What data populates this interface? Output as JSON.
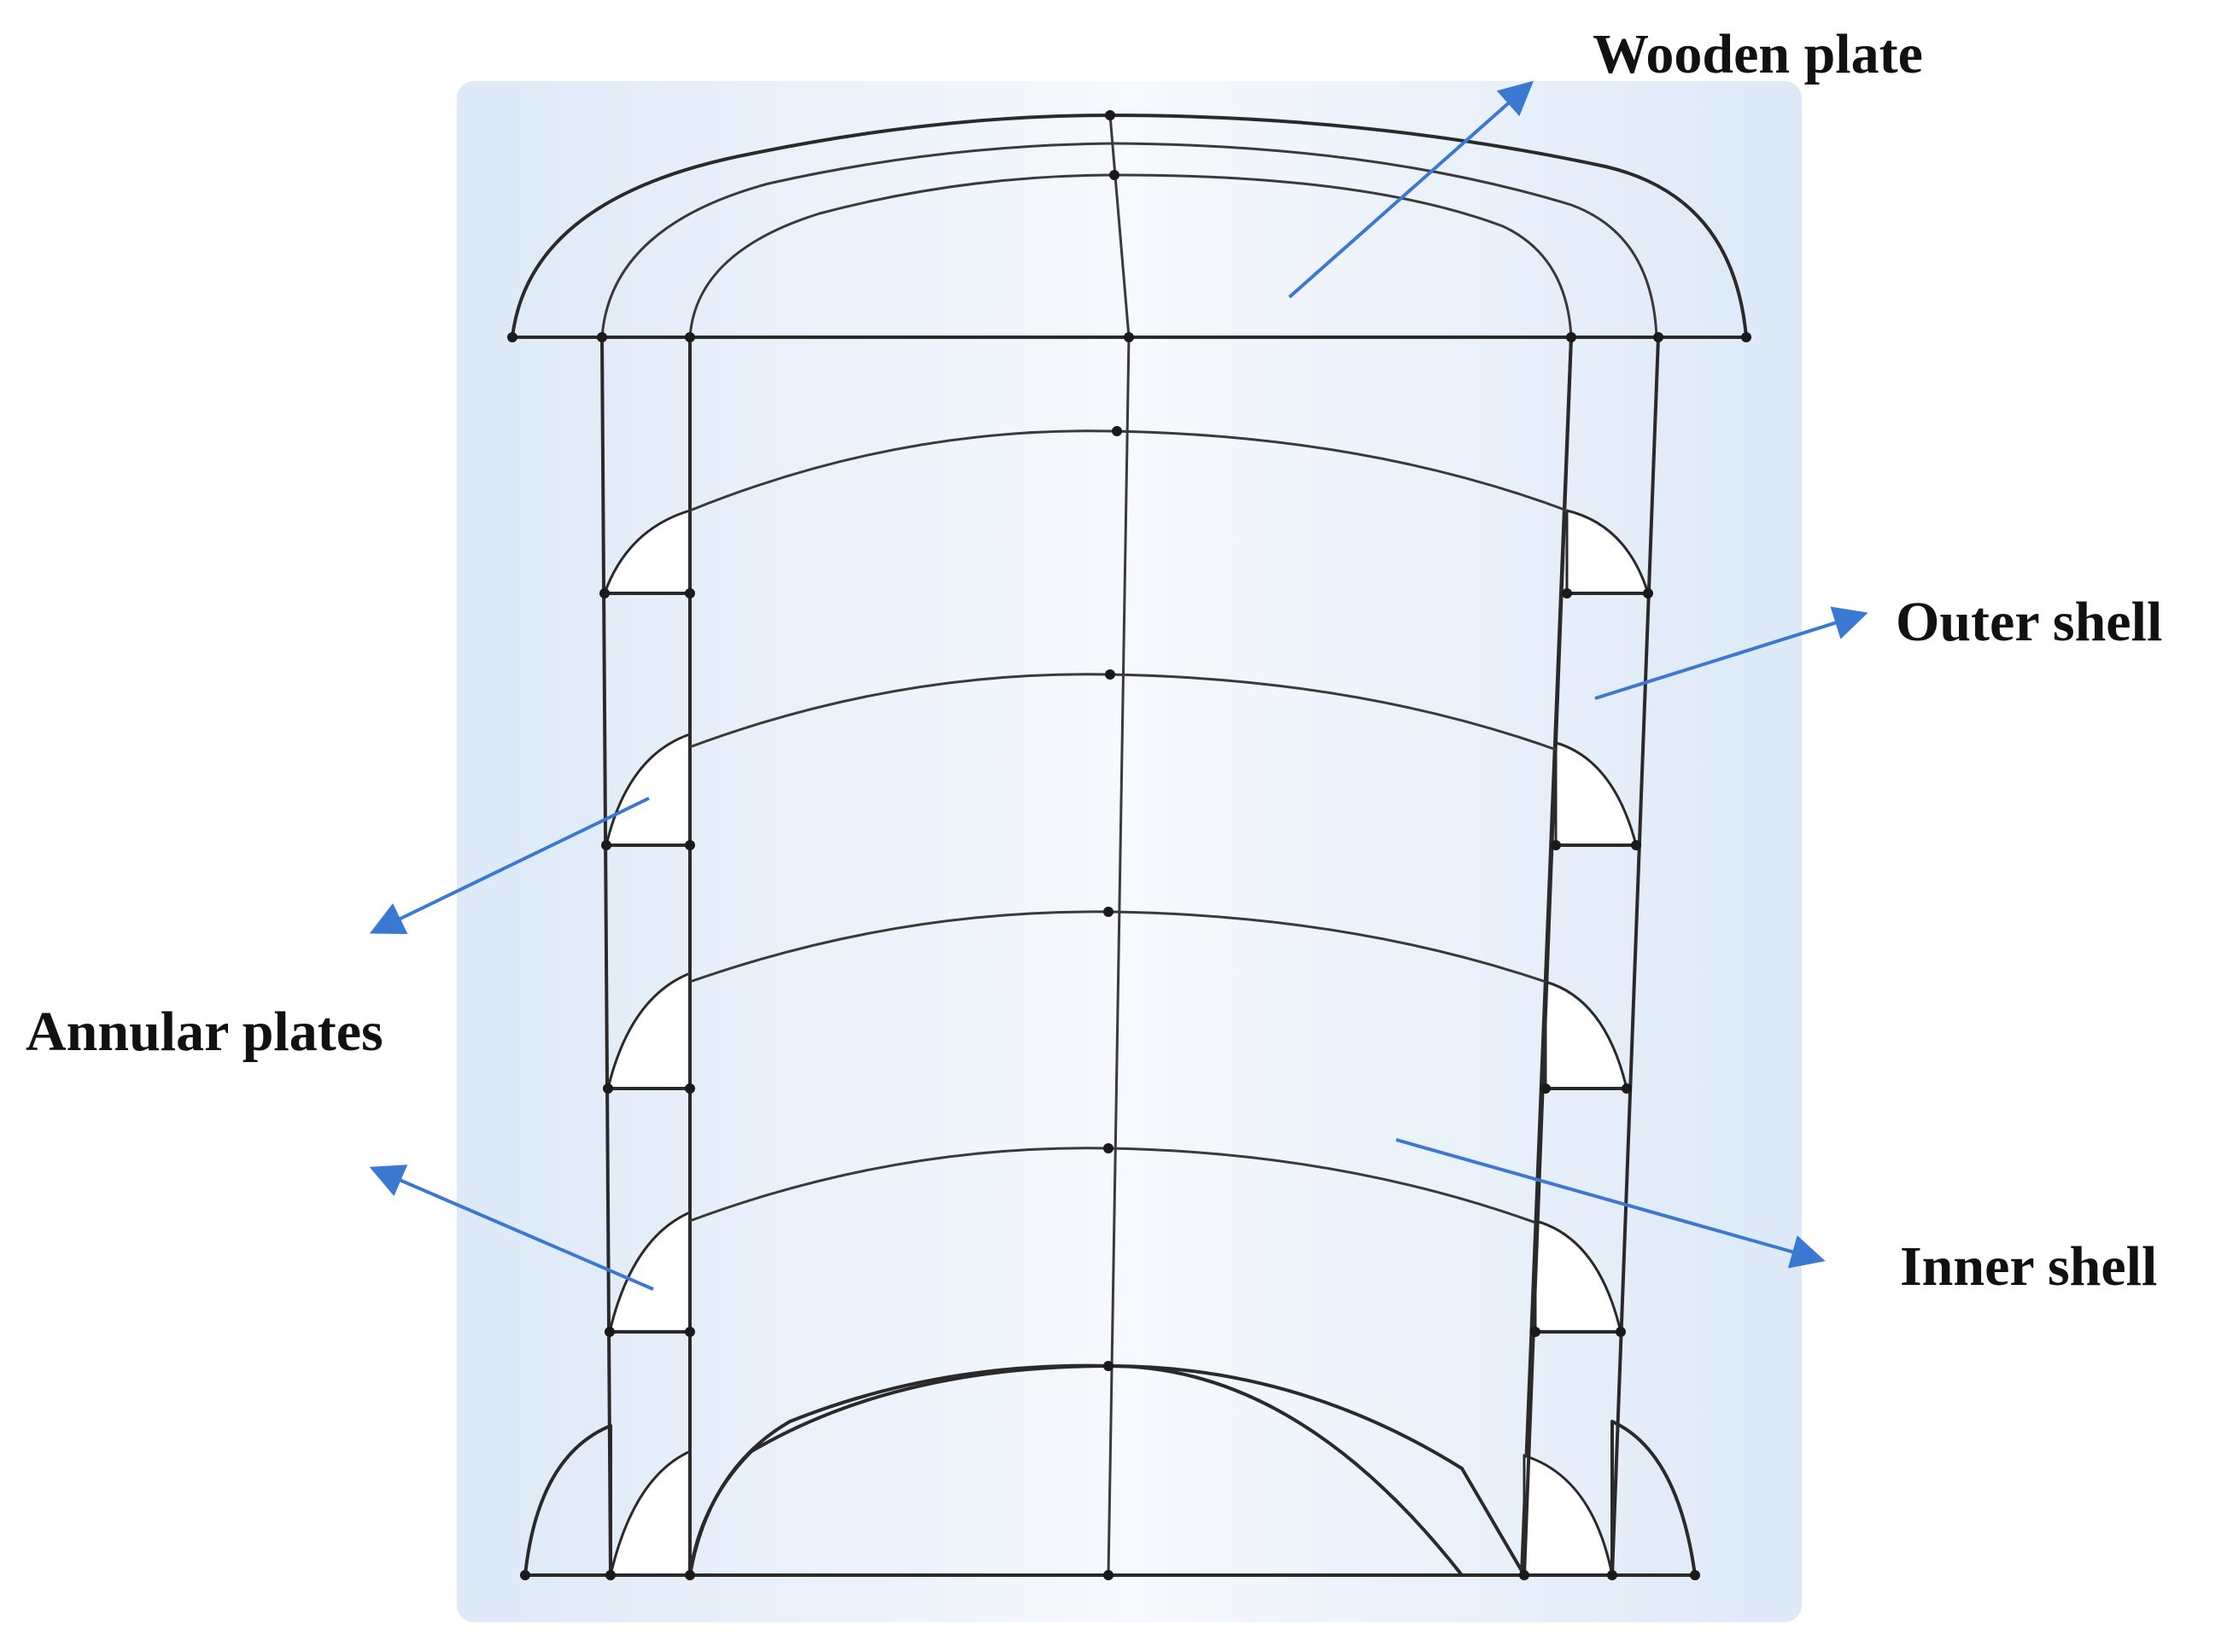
{
  "labels": {
    "wooden_plate": "Wooden plate",
    "outer_shell": "Outer shell",
    "annular_plates": "Annular plates",
    "inner_shell": "Inner shell"
  },
  "colors": {
    "arrow": "#3a78d2",
    "background_tint": "#e8f1fb",
    "edge": "#2a2a2a",
    "shell_dark": "#8a8a8a",
    "shell_light": "#ffffff"
  }
}
